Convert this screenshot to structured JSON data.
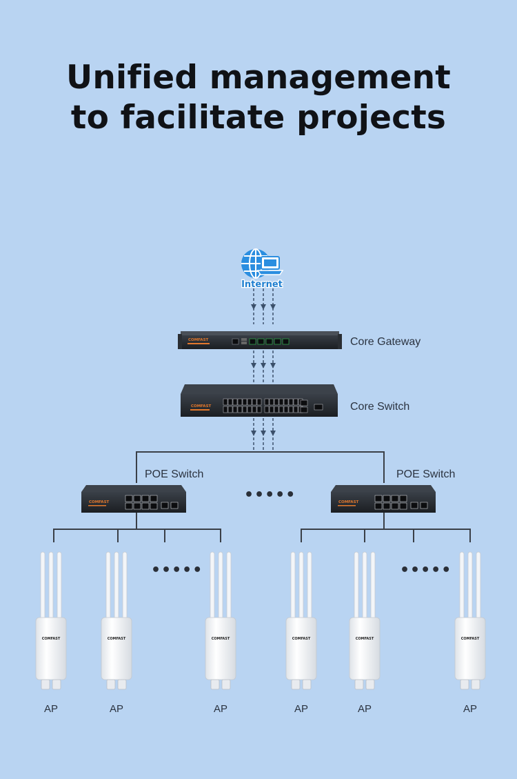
{
  "title": {
    "line1": "Unified management",
    "line2": "to facilitate projects"
  },
  "colors": {
    "background": "#b9d4f2",
    "title": "#101216",
    "device_dark": "#1e2227",
    "brand_orange": "#e3782c",
    "ap_white": "#f6f7f9",
    "internet_blue": "#1f7fd0"
  },
  "internet": {
    "label": "Internet",
    "icon": "globe-laptop-icon"
  },
  "gateway": {
    "label": "Core Gateway",
    "brand": "COMFAST"
  },
  "core_switch": {
    "label": "Core Switch",
    "brand": "COMFAST"
  },
  "poe_switches": [
    {
      "label": "POE Switch",
      "brand": "COMFAST"
    },
    {
      "label": "POE Switch",
      "brand": "COMFAST"
    }
  ],
  "ellipsis": "•••••",
  "aps": [
    {
      "label": "AP",
      "brand": "COMFAST"
    },
    {
      "label": "AP",
      "brand": "COMFAST"
    },
    {
      "label": "AP",
      "brand": "COMFAST"
    },
    {
      "label": "AP",
      "brand": "COMFAST"
    },
    {
      "label": "AP",
      "brand": "COMFAST"
    },
    {
      "label": "AP",
      "brand": "COMFAST"
    }
  ]
}
